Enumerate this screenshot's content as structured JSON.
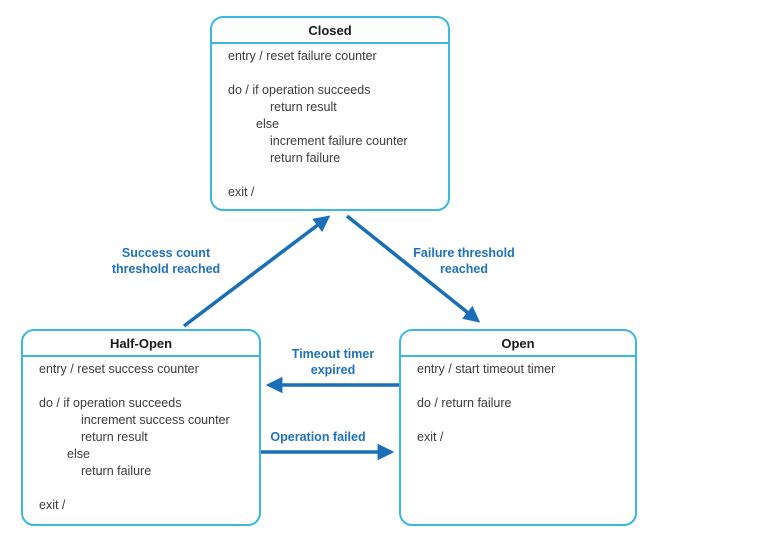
{
  "diagram": {
    "name": "circuit-breaker-state-diagram",
    "colors": {
      "box_border": "#3ab7e3",
      "arrow": "#1b6fb8",
      "transition_label": "#1e72bc",
      "body_text": "#3b3b3b",
      "title_text": "#1a1a1a",
      "background": "#ffffff"
    }
  },
  "states": {
    "closed": {
      "title": "Closed",
      "lines": [
        {
          "indent": 0,
          "text": "entry / reset failure counter"
        },
        {
          "indent": 0,
          "text": ""
        },
        {
          "indent": 0,
          "text": "do / if operation succeeds"
        },
        {
          "indent": 2,
          "text": "return result"
        },
        {
          "indent": 1,
          "text": "else"
        },
        {
          "indent": 2,
          "text": "increment failure counter"
        },
        {
          "indent": 2,
          "text": "return failure"
        },
        {
          "indent": 0,
          "text": ""
        },
        {
          "indent": 0,
          "text": "exit /"
        }
      ]
    },
    "half_open": {
      "title": "Half-Open",
      "lines": [
        {
          "indent": 0,
          "text": "entry / reset success counter"
        },
        {
          "indent": 0,
          "text": ""
        },
        {
          "indent": 0,
          "text": "do / if operation succeeds"
        },
        {
          "indent": 2,
          "text": "increment success counter"
        },
        {
          "indent": 2,
          "text": "return result"
        },
        {
          "indent": 1,
          "text": "else"
        },
        {
          "indent": 2,
          "text": "return failure"
        },
        {
          "indent": 0,
          "text": ""
        },
        {
          "indent": 0,
          "text": "exit /"
        }
      ]
    },
    "open": {
      "title": "Open",
      "lines": [
        {
          "indent": 0,
          "text": "entry / start timeout timer"
        },
        {
          "indent": 0,
          "text": ""
        },
        {
          "indent": 0,
          "text": "do / return failure"
        },
        {
          "indent": 0,
          "text": ""
        },
        {
          "indent": 0,
          "text": "exit /"
        }
      ]
    }
  },
  "transitions": {
    "half_open_to_closed": {
      "label_line1": "Success count",
      "label_line2": "threshold reached"
    },
    "closed_to_open": {
      "label_line1": "Failure threshold",
      "label_line2": "reached"
    },
    "open_to_half_open": {
      "label_line1": "Timeout timer",
      "label_line2": "expired"
    },
    "half_open_to_open": {
      "label_line1": "Operation failed"
    }
  }
}
